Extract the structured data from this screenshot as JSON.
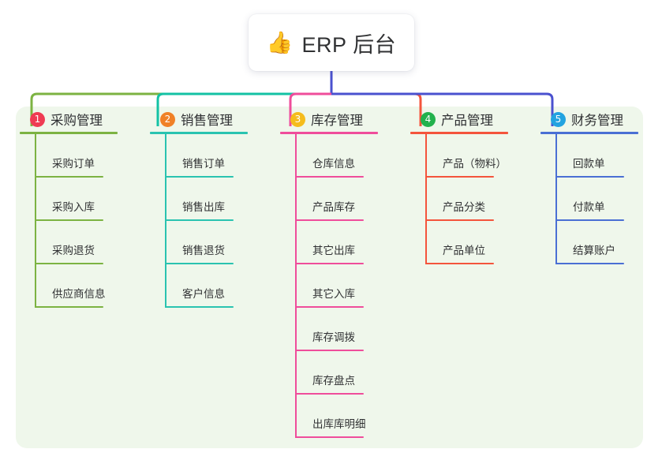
{
  "diagram": {
    "type": "mind-map",
    "root": {
      "icon": "thumbs-up-icon",
      "emoji": "👍",
      "title": "ERP 后台"
    },
    "panel_color": "#eff7eb",
    "branches": [
      {
        "number": "1",
        "label": "采购管理",
        "badge_color": "#ef3b53",
        "line_color": "#7cb342",
        "connector_color": "#7cb342",
        "children": [
          {
            "label": "采购订单"
          },
          {
            "label": "采购入库"
          },
          {
            "label": "采购退货"
          },
          {
            "label": "供应商信息"
          }
        ]
      },
      {
        "number": "2",
        "label": "销售管理",
        "badge_color": "#f08127",
        "line_color": "#2ac3b0",
        "connector_color": "#13c2a4",
        "children": [
          {
            "label": "销售订单"
          },
          {
            "label": "销售出库"
          },
          {
            "label": "销售退货"
          },
          {
            "label": "客户信息"
          }
        ]
      },
      {
        "number": "3",
        "label": "库存管理",
        "badge_color": "#f5bc1c",
        "line_color": "#ef4d9b",
        "connector_color": "#ef4d9b",
        "children": [
          {
            "label": "仓库信息"
          },
          {
            "label": "产品库存"
          },
          {
            "label": "其它出库"
          },
          {
            "label": "其它入库"
          },
          {
            "label": "库存调拨"
          },
          {
            "label": "库存盘点"
          },
          {
            "label": "出库库明细"
          }
        ]
      },
      {
        "number": "4",
        "label": "产品管理",
        "badge_color": "#22b14c",
        "line_color": "#f4543c",
        "connector_color": "#f4543c",
        "children": [
          {
            "label": "产品（物料）"
          },
          {
            "label": "产品分类"
          },
          {
            "label": "产品单位"
          }
        ]
      },
      {
        "number": "5",
        "label": "财务管理",
        "badge_color": "#22a3e0",
        "line_color": "#4a6fd4",
        "connector_color": "#4a51cf",
        "children": [
          {
            "label": "回款单"
          },
          {
            "label": "付款单"
          },
          {
            "label": "结算账户"
          }
        ]
      }
    ]
  }
}
